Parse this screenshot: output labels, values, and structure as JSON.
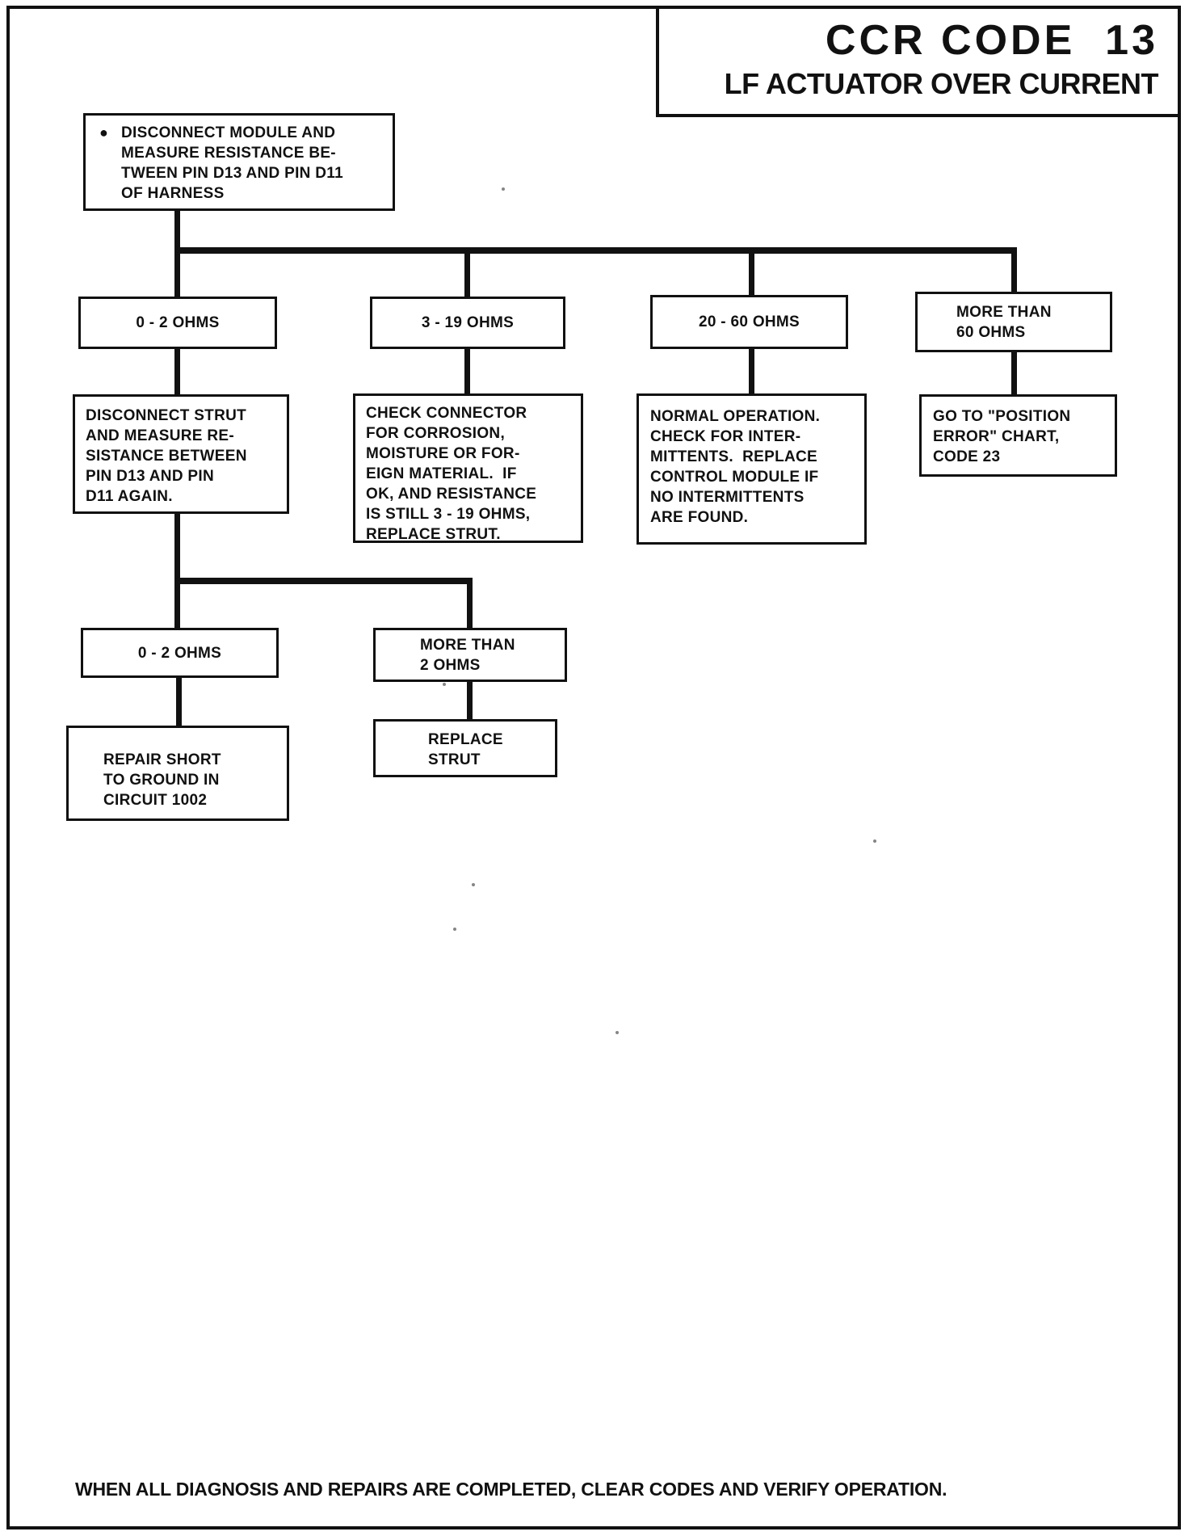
{
  "title": {
    "line1": "CCR CODE  13",
    "line2": "LF ACTUATOR OVER CURRENT"
  },
  "start": {
    "bullet": "●",
    "lines": [
      "DISCONNECT MODULE AND",
      "MEASURE RESISTANCE BE-",
      "TWEEN PIN D13 AND PIN D11",
      "OF HARNESS"
    ]
  },
  "level1": {
    "b1": {
      "condition": [
        "0 - 2 OHMS"
      ],
      "action": [
        "DISCONNECT STRUT",
        "AND MEASURE RE-",
        "SISTANCE BETWEEN",
        "PIN D13 AND PIN",
        "D11 AGAIN."
      ]
    },
    "b2": {
      "condition": [
        "3 - 19 OHMS"
      ],
      "action": [
        "CHECK CONNECTOR",
        "FOR CORROSION,",
        "MOISTURE OR FOR-",
        "EIGN MATERIAL.  IF",
        "OK, AND RESISTANCE",
        "IS STILL 3 - 19 OHMS,",
        "REPLACE STRUT."
      ]
    },
    "b3": {
      "condition": [
        "20 - 60 OHMS"
      ],
      "action": [
        "NORMAL OPERATION.",
        "CHECK FOR INTER-",
        "MITTENTS.  REPLACE",
        "CONTROL MODULE IF",
        "NO INTERMITTENTS",
        "ARE FOUND."
      ]
    },
    "b4": {
      "condition": [
        "MORE THAN",
        "60 OHMS"
      ],
      "action": [
        "GO TO \"POSITION",
        "ERROR\" CHART,",
        "CODE 23"
      ]
    }
  },
  "level2": {
    "b1": {
      "condition": [
        "0 - 2 OHMS"
      ],
      "action": [
        "REPAIR SHORT",
        "TO GROUND IN",
        "CIRCUIT 1002"
      ]
    },
    "b2": {
      "condition": [
        "MORE THAN",
        "2 OHMS"
      ],
      "action": [
        "REPLACE",
        "STRUT"
      ]
    }
  },
  "footer": "WHEN ALL DIAGNOSIS AND REPAIRS ARE COMPLETED, CLEAR CODES AND VERIFY OPERATION.",
  "colors": {
    "ink": "#111111",
    "paper": "#ffffff"
  }
}
